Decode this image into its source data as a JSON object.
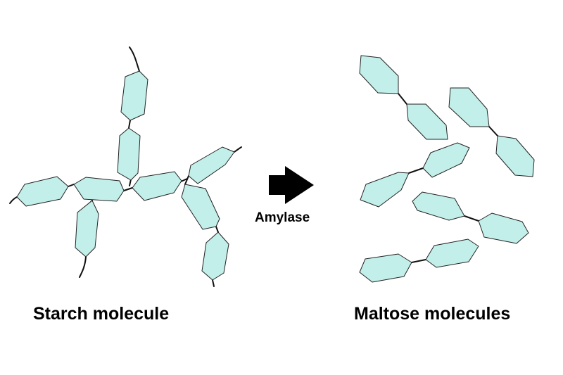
{
  "labels": {
    "starch": "Starch molecule",
    "maltose": "Maltose molecules",
    "enzyme": "Amylase"
  },
  "colors": {
    "glucose_fill": "#c2efe9",
    "outline": "#222222",
    "bond": "#111111",
    "arrow": "#000000"
  },
  "icons": {
    "reaction_arrow": "arrow-right-icon"
  }
}
